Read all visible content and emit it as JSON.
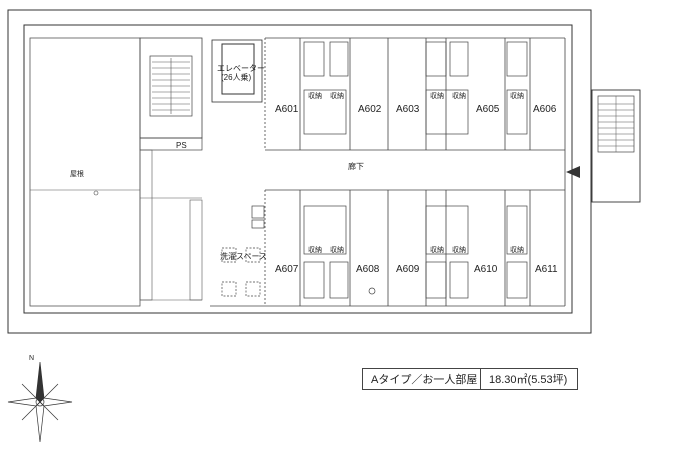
{
  "plan": {
    "rooms_top": [
      "A601",
      "A602",
      "A603",
      "A605",
      "A606"
    ],
    "rooms_bottom": [
      "A607",
      "A608",
      "A609",
      "A610",
      "A611"
    ],
    "storage_label": "収納",
    "elevator_label": "エレベーター",
    "elevator_capacity": "(26人乗)",
    "corridor_label": "廊下",
    "ps_label": "PS",
    "roof_label": "屋根",
    "laundry_label": "洗濯スペース",
    "north_label": "N"
  },
  "legend": {
    "type": "Aタイプ／お一人部屋",
    "area": "18.30㎡(5.53坪)"
  }
}
